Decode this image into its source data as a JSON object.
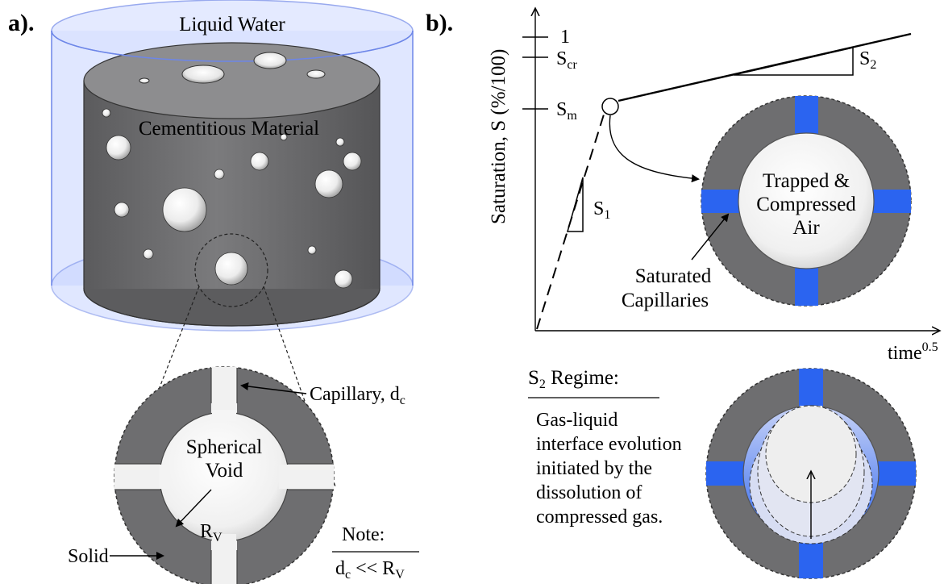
{
  "panel_a": {
    "label": "a).",
    "liquid_label": "Liquid Water",
    "material_label": "Cementitious Material",
    "void_label_line1": "Spherical",
    "void_label_line2": "Void",
    "radius_symbol": "R",
    "radius_sub": "V",
    "capillary_label": "Capillary, d",
    "capillary_sub": "c",
    "solid_label": "Solid",
    "note_title": "Note:",
    "note_d": "d",
    "note_d_sub": "c",
    "note_rel": " << R",
    "note_r_sub": "V",
    "colors": {
      "water": "#c9d6ff",
      "water_edge": "#6d86e8",
      "material": "#6e6e70",
      "material_top": "#8d8d8f",
      "void": "#eeeeee"
    }
  },
  "panel_b": {
    "label": "b).",
    "y_axis_label": "Saturation, S (%/100)",
    "x_axis_label": "time",
    "x_axis_sup": "0.5",
    "tick_1": "1",
    "tick_scr": "S",
    "tick_scr_sub": "cr",
    "tick_sm": "S",
    "tick_sm_sub": "m",
    "slope1": "S",
    "slope1_sub": "1",
    "slope2": "S",
    "slope2_sub": "2",
    "trapped_line1": "Trapped &",
    "trapped_line2": "Compressed",
    "trapped_line3": "Air",
    "saturated_line1": "Saturated",
    "saturated_line2": "Capillaries",
    "regime_title": "S",
    "regime_title_sub": "2",
    "regime_title_rest": " Regime:",
    "regime_desc": [
      "Gas-liquid",
      "interface evolution",
      "initiated by the",
      "dissolution of",
      "compressed gas."
    ],
    "colors": {
      "capillary_water": "#2b64f0",
      "solid": "#6e6e70"
    }
  }
}
